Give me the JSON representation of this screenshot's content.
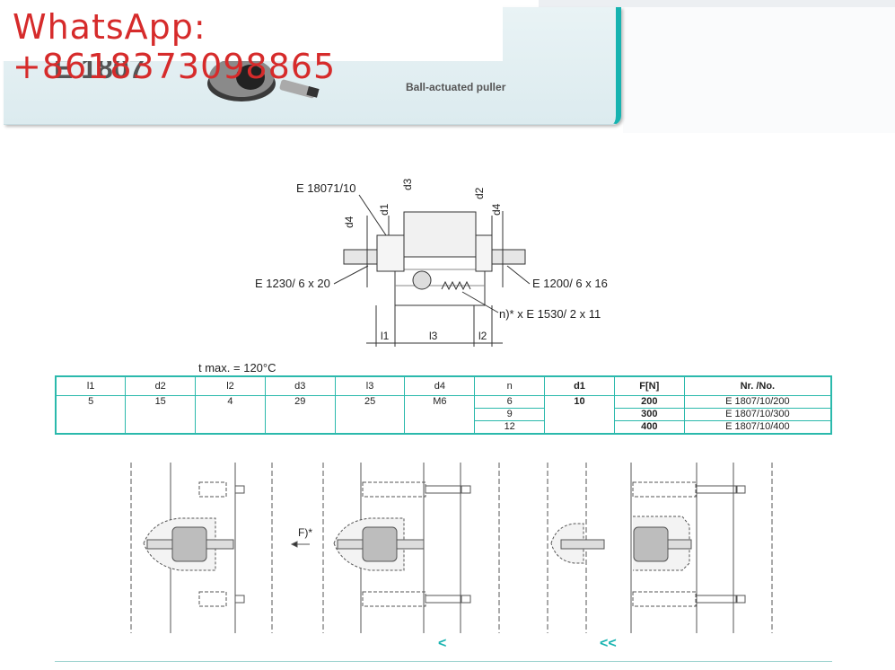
{
  "watermark": "WhatsApp: +8618373098865",
  "product": {
    "code": "E 1807",
    "subtitle": "Ball-actuated puller"
  },
  "drawing_labels": {
    "e18071": "E 18071/10",
    "e1230": "E 1230/ 6 x 20",
    "e1200": "E 1200/ 6 x 16",
    "e1530": "n)* x E 1530/ 2 x 11",
    "d1": "d1",
    "d2": "d2",
    "d3": "d3",
    "d4": "d4",
    "l1": "l1",
    "l2": "l2",
    "l3": "l3"
  },
  "tmax": "t max. = 120°C",
  "table": {
    "headers": [
      "l1",
      "d2",
      "l2",
      "d3",
      "l3",
      "d4",
      "n",
      "d1",
      "F[N]",
      "Nr. /No."
    ],
    "fixed": [
      "5",
      "15",
      "4",
      "29",
      "25",
      "M6"
    ],
    "d1": "10",
    "rows": [
      {
        "n": "6",
        "f": "200",
        "nr": "E 1807/10/200"
      },
      {
        "n": "9",
        "f": "300",
        "nr": "E 1807/10/300"
      },
      {
        "n": "12",
        "f": "400",
        "nr": "E 1807/10/400"
      }
    ]
  },
  "force_label": "F)*",
  "nav": {
    "prev": "<",
    "first": "<<"
  }
}
